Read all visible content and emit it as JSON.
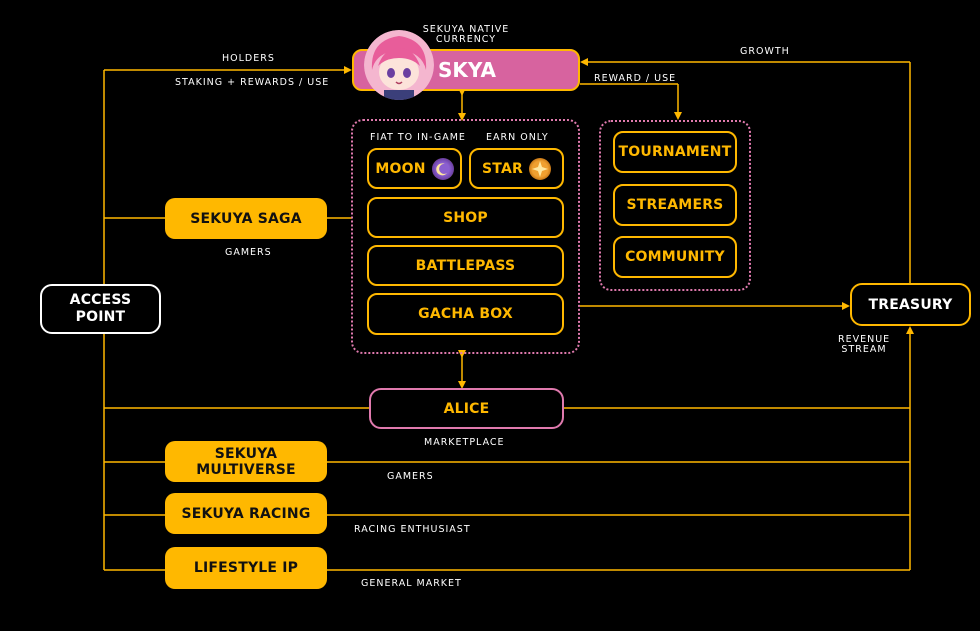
{
  "labels": {
    "native_currency": "SEKUYA NATIVE\nCURRENCY",
    "holders": "HOLDERS",
    "staking": "STAKING + REWARDS / USE",
    "growth": "GROWTH",
    "reward_use": "REWARD / USE",
    "fiat_to_ingame": "FIAT TO IN-GAME",
    "earn_only": "EARN ONLY",
    "gamers_saga": "GAMERS",
    "marketplace": "MARKETPLACE",
    "revenue_stream": "REVENUE\nSTREAM",
    "gamers_multiverse": "GAMERS",
    "racing_enthusiast": "RACING ENTHUSIAST",
    "general_market": "GENERAL MARKET"
  },
  "nodes": {
    "skya": "SKYA",
    "moon": "MOON",
    "star": "STAR",
    "shop": "SHOP",
    "battlepass": "BATTLEPASS",
    "gacha_box": "GACHA BOX",
    "tournament": "TOURNAMENT",
    "streamers": "STREAMERS",
    "community": "COMMUNITY",
    "sekuya_saga": "SEKUYA SAGA",
    "access_point": "ACCESS\nPOINT",
    "treasury": "TREASURY",
    "alice": "ALICE",
    "sekuya_multiverse": "SEKUYA MULTIVERSE",
    "sekuya_racing": "SEKUYA RACING",
    "lifestyle_ip": "LIFESTYLE IP"
  },
  "colors": {
    "accent": "#FFB800",
    "pink": "#D7639F",
    "pink_outline": "#E07AAE",
    "background": "#000000",
    "text": "#FFFFFF"
  },
  "icons": {
    "moon": "moon-coin-icon",
    "star": "star-coin-icon",
    "avatar": "anime-girl-avatar"
  }
}
